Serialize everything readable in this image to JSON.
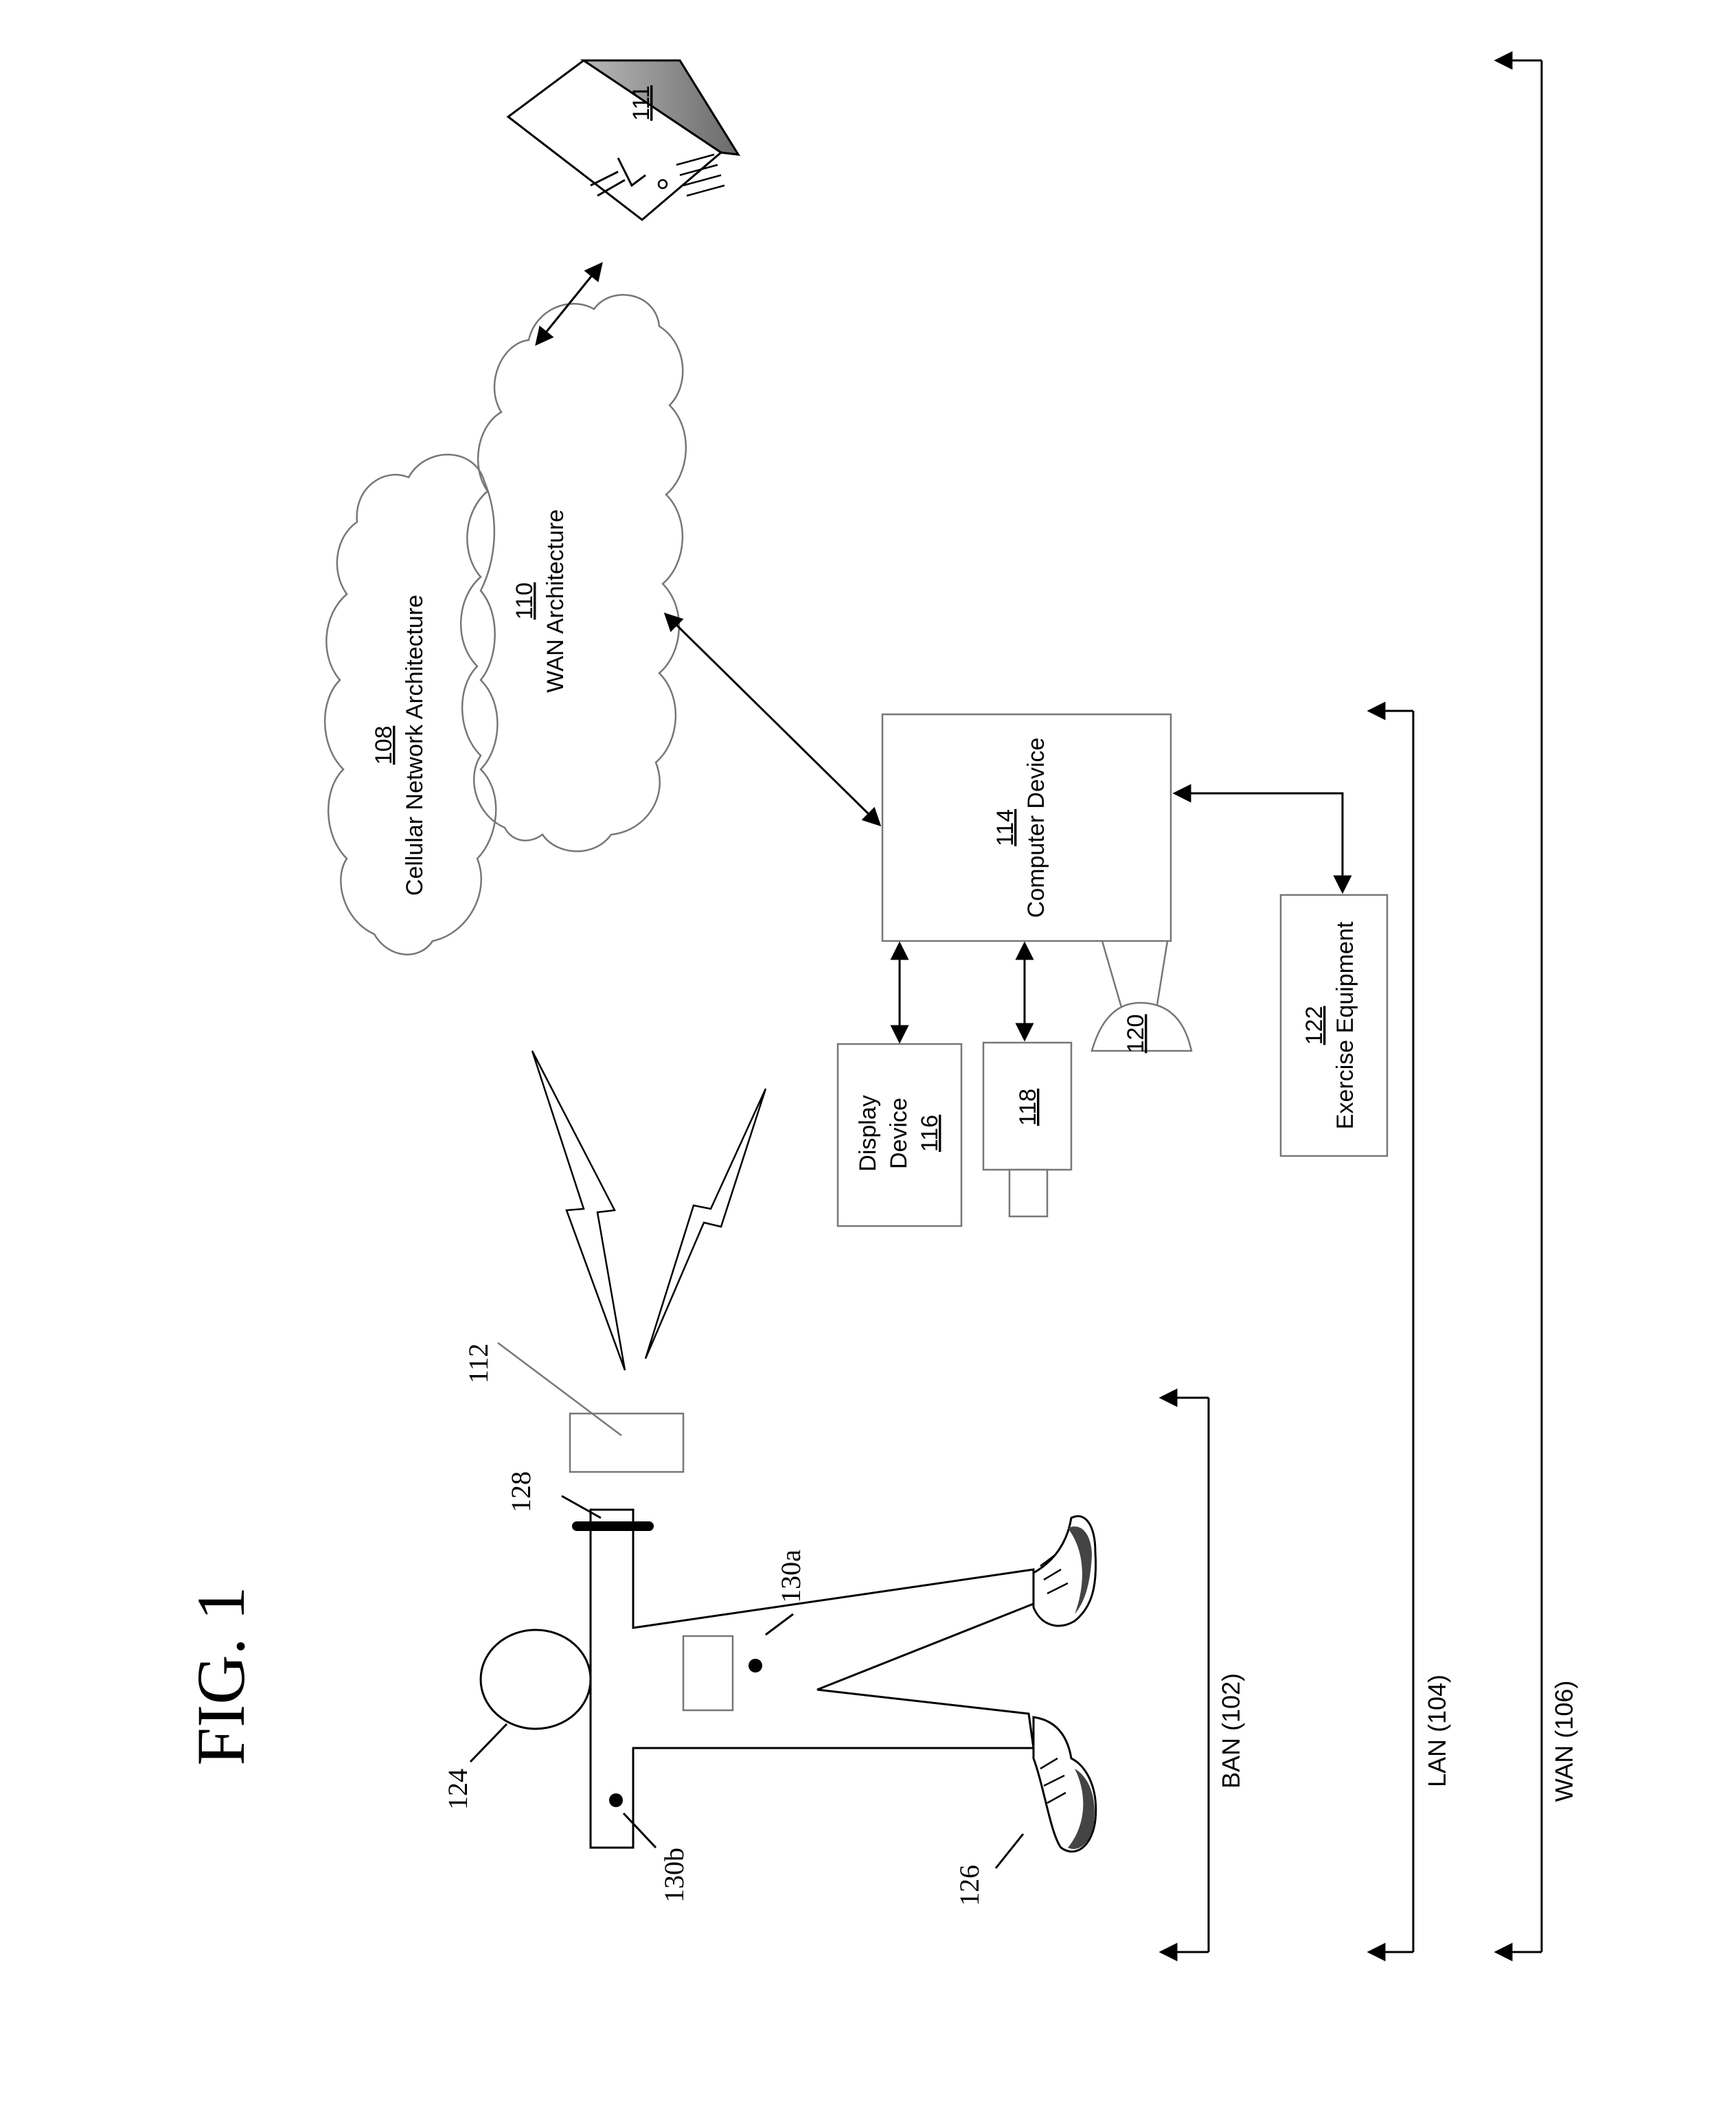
{
  "figure": {
    "title": "FIG. 1"
  },
  "networks": {
    "ban": "BAN (102)",
    "lan": "LAN (104)",
    "wan": "WAN (106)"
  },
  "cloud_cellular": {
    "ref": "108",
    "label": "Cellular Network Architecture"
  },
  "cloud_wan": {
    "ref": "110",
    "label": "WAN Architecture"
  },
  "server": {
    "ref": "111"
  },
  "computer": {
    "ref": "114",
    "label": "Computer Device"
  },
  "display": {
    "line1": "Display",
    "line2": "Device",
    "ref": "116"
  },
  "camera": {
    "ref": "118"
  },
  "sensor": {
    "ref": "120"
  },
  "exercise": {
    "ref": "122",
    "label": "Exercise Equipment"
  },
  "person_labels": {
    "device": "112",
    "head": "124",
    "shoe": "126",
    "band": "128",
    "sensor_a": "130a",
    "sensor_b": "130b"
  },
  "colors": {
    "line": "#000000",
    "box_outline": "#777777",
    "server_side": "#707070"
  }
}
